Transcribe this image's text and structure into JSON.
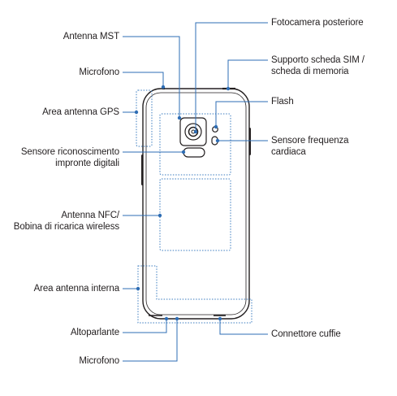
{
  "labels": {
    "rear_camera": "Fotocamera posteriore",
    "mst_antenna": "Antenna MST",
    "sim_tray_line1": "Supporto scheda SIM /",
    "sim_tray_line2": "scheda di memoria",
    "microphone_top": "Microfono",
    "flash": "Flash",
    "gps_antenna": "Area antenna GPS",
    "heart_rate_line1": "Sensore frequenza",
    "heart_rate_line2": "cardiaca",
    "fingerprint_line1": "Sensore riconoscimento",
    "fingerprint_line2": "impronte digitali",
    "nfc_line1": "Antenna NFC/",
    "nfc_line2": "Bobina di ricarica wireless",
    "internal_antenna": "Area antenna interna",
    "speaker": "Altoparlante",
    "headphone_jack": "Connettore cuffie",
    "microphone_bottom": "Microfono"
  },
  "colors": {
    "callout_line": "#2e6db4",
    "outline": "#231f20",
    "dotted_area": "#3a7bbf",
    "text": "#231f20"
  }
}
